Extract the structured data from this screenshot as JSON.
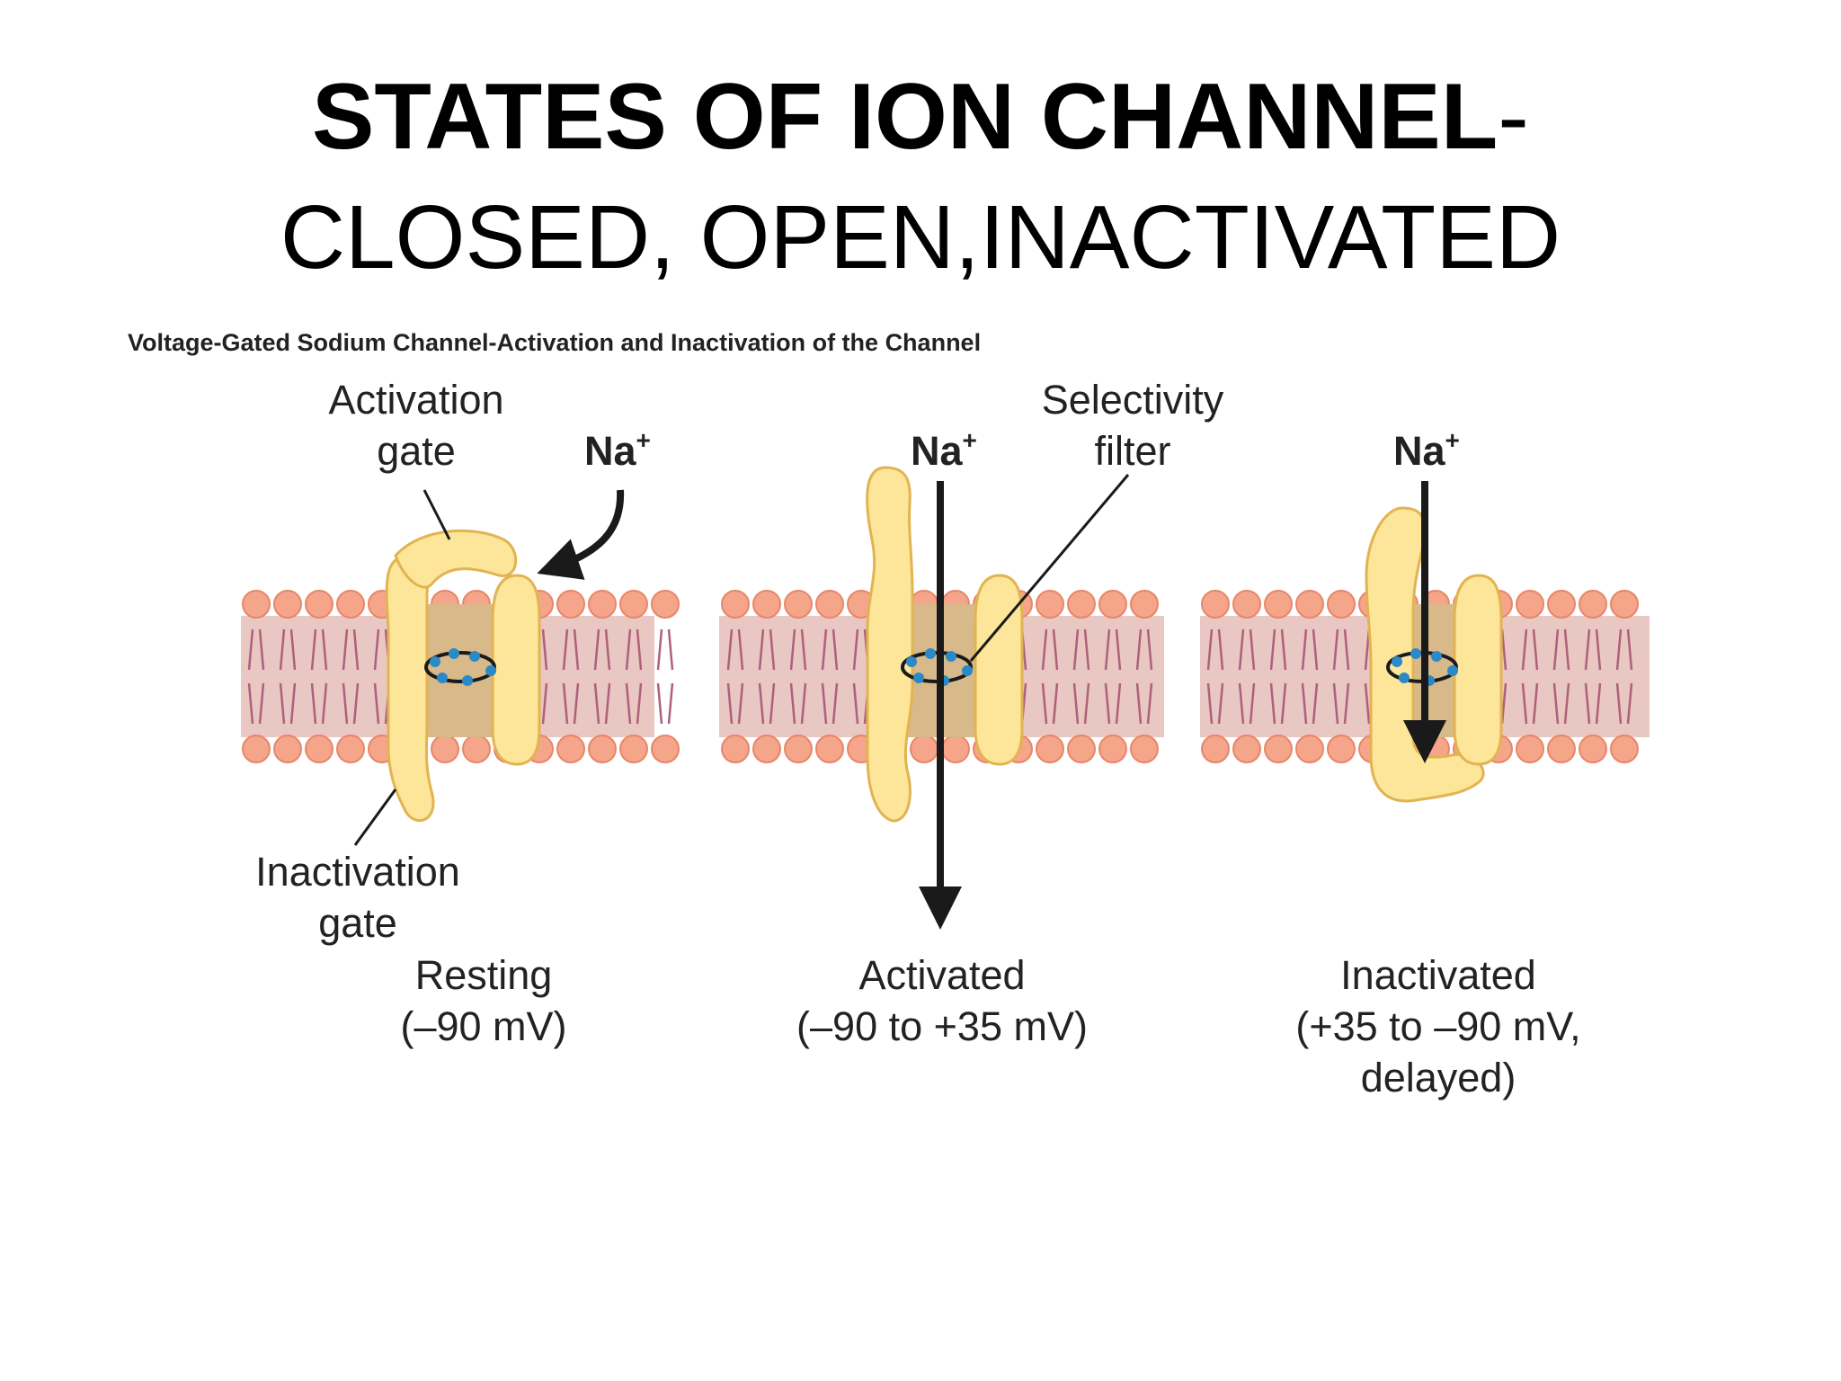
{
  "title": {
    "bold": "STATES OF ION CHANNEL",
    "dash": "-",
    "subtitle": "CLOSED, OPEN,INACTIVATED"
  },
  "figure": {
    "caption": "Voltage-Gated Sodium Channel-Activation and Inactivation of the Channel",
    "labels": {
      "activation_gate_1": "Activation",
      "activation_gate_2": "gate",
      "inactivation_gate_1": "Inactivation",
      "inactivation_gate_2": "gate",
      "selectivity_filter_1": "Selectivity",
      "selectivity_filter_2": "filter",
      "ion": "Na",
      "ion_charge": "+"
    },
    "states": [
      {
        "name": "Resting",
        "voltage": "(–90 mV)",
        "voltage2": ""
      },
      {
        "name": "Activated",
        "voltage": "(–90 to +35 mV)",
        "voltage2": ""
      },
      {
        "name": "Inactivated",
        "voltage": "(+35 to –90 mV,",
        "voltage2": "delayed)"
      }
    ],
    "colors": {
      "membrane_core": "#e9c7c3",
      "lipid_head": "#f4a58a",
      "protein": "#fde59a",
      "protein_outline": "#e2b451",
      "pore": "#d8b98a",
      "filter_dot": "#2a8ac8",
      "arrow": "#1a1a1a"
    }
  }
}
